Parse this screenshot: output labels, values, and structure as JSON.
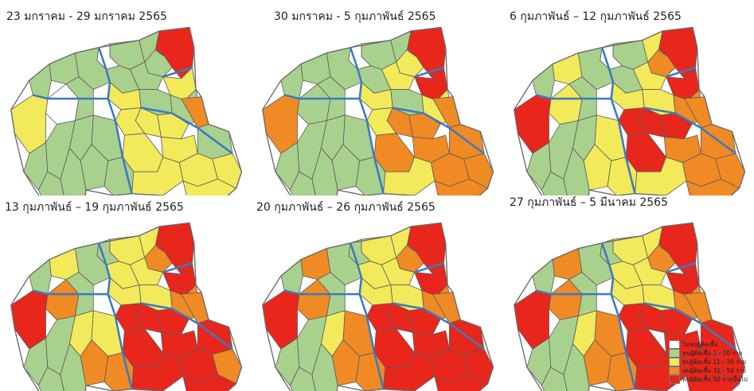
{
  "colors": {
    "none": "#ffffff",
    "c1_10": "#a9d18e",
    "c11_30": "#f2ea5b",
    "c31_50": "#f08a24",
    "c50plus": "#e8261c"
  },
  "panels": [
    {
      "title": "23 มกราคม - 29 มกราคม 2565",
      "districts": [
        "c50plus",
        "c1_10",
        "c1_10",
        "c1_10",
        "c11_30",
        "c1_10",
        "none",
        "c1_10",
        "c1_10",
        "c11_30",
        "c1_10",
        "c11_30",
        "c11_30",
        "c31_50",
        "c11_30",
        "c1_10",
        "c1_10",
        "none",
        "c11_30",
        "c11_30",
        "c11_30",
        "c11_30",
        "c1_10",
        "c1_10",
        "c1_10",
        "c1_10",
        "c1_10",
        "c11_30",
        "c11_30",
        "c11_30"
      ]
    },
    {
      "title": "30 มกราคม - 5 กุมภาพันธ์ 2565",
      "districts": [
        "c50plus",
        "c11_30",
        "c1_10",
        "c1_10",
        "c50plus",
        "c11_30",
        "none",
        "c11_30",
        "c1_10",
        "c31_50",
        "c1_10",
        "c31_50",
        "c11_30",
        "c31_50",
        "c31_50",
        "c1_10",
        "c31_50",
        "c1_10",
        "c11_30",
        "c31_50",
        "c31_50",
        "c31_50",
        "c1_10",
        "c1_10",
        "c1_10",
        "c1_10",
        "c1_10",
        "c11_30",
        "c31_50",
        "c31_50"
      ]
    },
    {
      "title": "6 กุมภาพันธ์ – 12 กุมภาพันธ์ 2565",
      "districts": [
        "c50plus",
        "c31_50",
        "c1_10",
        "c11_30",
        "c50plus",
        "c11_30",
        "none",
        "c31_50",
        "c11_30",
        "c50plus",
        "c1_10",
        "c50plus",
        "c11_30",
        "c31_50",
        "c31_50",
        "c11_30",
        "c31_50",
        "c11_30",
        "c50plus",
        "c50plus",
        "c31_50",
        "c31_50",
        "c11_30",
        "c1_10",
        "c1_10",
        "c11_30",
        "c11_30",
        "c11_30",
        "c31_50",
        "c50plus"
      ]
    },
    {
      "title": "13 กุมภาพันธ์ – 19 กุมภาพันธ์ 2565",
      "districts": [
        "c50plus",
        "c31_50",
        "c11_30",
        "c11_30",
        "c50plus",
        "c11_30",
        "c1_10",
        "c31_50",
        "c11_30",
        "c50plus",
        "c11_30",
        "c50plus",
        "c11_30",
        "c31_50",
        "c50plus",
        "c11_30",
        "c50plus",
        "c31_50",
        "c50plus",
        "c50plus",
        "c50plus",
        "c31_50",
        "c11_30",
        "c11_30",
        "c1_10",
        "c31_50",
        "c31_50",
        "c50plus",
        "c50plus",
        "c50plus"
      ]
    },
    {
      "title": "20 กุมภาพันธ์ – 26 กุมภาพันธ์ 2565",
      "districts": [
        "c50plus",
        "c31_50",
        "c11_30",
        "c11_30",
        "c50plus",
        "c11_30",
        "c1_10",
        "c31_50",
        "c11_30",
        "c50plus",
        "c11_30",
        "c50plus",
        "c11_30",
        "c31_50",
        "c50plus",
        "c31_50",
        "c50plus",
        "c31_50",
        "c50plus",
        "c50plus",
        "c50plus",
        "c50plus",
        "c31_50",
        "c11_30",
        "c1_10",
        "c31_50",
        "c31_50",
        "c50plus",
        "c50plus",
        "c50plus"
      ]
    },
    {
      "title": "27 กุมภาพันธ์ – 5 มีนาคม 2565",
      "districts": [
        "c50plus",
        "c31_50",
        "c11_30",
        "c11_30",
        "c50plus",
        "c11_30",
        "c1_10",
        "c31_50",
        "c11_30",
        "c50plus",
        "c11_30",
        "c50plus",
        "c11_30",
        "c31_50",
        "c50plus",
        "c31_50",
        "c50plus",
        "c31_50",
        "c50plus",
        "c50plus",
        "c50plus",
        "c50plus",
        "c31_50",
        "c11_30",
        "c1_10",
        "c31_50",
        "c31_50",
        "c50plus",
        "c50plus",
        "c50plus"
      ]
    }
  ],
  "legend": [
    {
      "key": "none",
      "label": "ไม่พบผู้ติดเชื้อ"
    },
    {
      "key": "c1_10",
      "label": "พบผู้ติดเชื้อ 1 - 10 ราย"
    },
    {
      "key": "c11_30",
      "label": "พบผู้ติดเชื้อ 11 - 30 ราย"
    },
    {
      "key": "c31_50",
      "label": "พบผู้ติดเชื้อ 31 - 50 ราย"
    },
    {
      "key": "c50plus",
      "label": "พบผู้ติดเชื้อ 50 รายขึ้นไป"
    }
  ]
}
